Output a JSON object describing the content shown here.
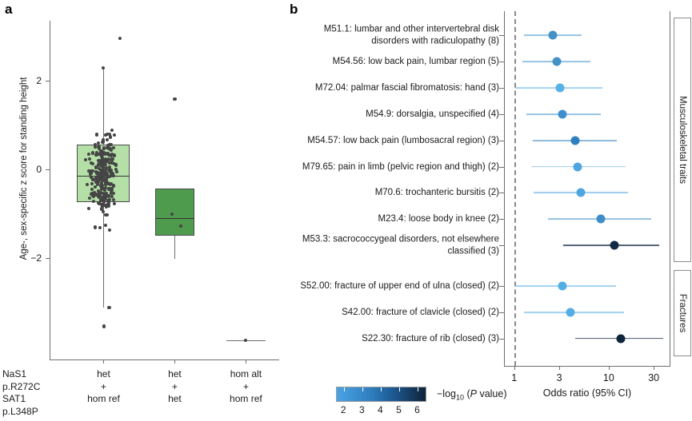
{
  "figure": {
    "panel_a_letter": "a",
    "panel_b_letter": "b"
  },
  "panel_a": {
    "ylabel": "Age-, sex-specific z score for standing height",
    "y_ticks": [
      {
        "value": 2,
        "label": "2"
      },
      {
        "value": 0,
        "label": "0"
      },
      {
        "value": -2,
        "label": "−2"
      }
    ],
    "y_range": [
      -4.3,
      3.35
    ],
    "gene_labels": [
      "NaS1",
      "p.R272C",
      "SAT1",
      "p.L348P"
    ],
    "categories": [
      {
        "lines": [
          "het",
          "+",
          "hom ref"
        ],
        "fill": "#b4e0a8"
      },
      {
        "lines": [
          "het",
          "+",
          "het"
        ],
        "fill": "#4e9b4e"
      },
      {
        "lines": [
          "hom alt",
          "+",
          "hom ref"
        ],
        "fill": "#4e9b4e"
      }
    ],
    "boxplots": [
      {
        "group": "het + hom ref",
        "q1": -0.74,
        "median": -0.15,
        "q3": 0.56,
        "whisker_low": -3.12,
        "whisker_high": 2.28,
        "fill": "#b4e0a8",
        "n_points": 261
      },
      {
        "group": "het + het",
        "q1": -1.5,
        "median": -1.1,
        "q3": -0.44,
        "whisker_low": -2.03,
        "whisker_high": -0.44,
        "fill": "#4e9b4e",
        "n_points": 3
      },
      {
        "group": "hom alt + hom ref",
        "q1": -3.86,
        "median": -3.86,
        "q3": -3.86,
        "whisker_low": -3.86,
        "whisker_high": -3.86,
        "fill": "#4e9b4e",
        "n_points": 1
      }
    ]
  },
  "panel_b": {
    "x_axis_title": "Odds ratio (95% CI)",
    "x_ticks": [
      {
        "value": 1,
        "label": "1"
      },
      {
        "value": 3,
        "label": "3"
      },
      {
        "value": 10,
        "label": "10"
      },
      {
        "value": 30,
        "label": "30"
      }
    ],
    "x_range": [
      0.78,
      45
    ],
    "null_line": 1,
    "groups": [
      {
        "name": "Musculoskeletal traits",
        "start": 0,
        "end": 8
      },
      {
        "name": "Fractures",
        "start": 9,
        "end": 11
      }
    ],
    "rows": [
      {
        "label": "M51.1: lumbar and other intervertebral disk disorders with radiculopathy (8)",
        "or": 2.55,
        "ci_low": 1.28,
        "ci_high": 5.2,
        "neglog10p": 3.9,
        "color": "#4292c6"
      },
      {
        "label": "M54.56: low back pain, lumbar region (5)",
        "or": 2.8,
        "ci_low": 1.22,
        "ci_high": 6.4,
        "neglog10p": 3.8,
        "color": "#4292c6"
      },
      {
        "label": "M72.04: palmar fascial fibromatosis: hand (3)",
        "or": 3.05,
        "ci_low": 1.02,
        "ci_high": 8.6,
        "neglog10p": 2.3,
        "color": "#57b0e8"
      },
      {
        "label": "M54.9: dorsalgia, unspecified (4)",
        "or": 3.25,
        "ci_low": 1.34,
        "ci_high": 8.3,
        "neglog10p": 3.7,
        "color": "#3f8fcc"
      },
      {
        "label": "M54.57: low back pain (lumbosacral region) (3)",
        "or": 4.45,
        "ci_low": 1.58,
        "ci_high": 12.2,
        "neglog10p": 4.6,
        "color": "#2f7fbf"
      },
      {
        "label": "M79.65: pain in limb (pelvic region and thigh) (2)",
        "or": 4.7,
        "ci_low": 1.5,
        "ci_high": 15.0,
        "neglog10p": 2.5,
        "color": "#4ea5e0"
      },
      {
        "label": "M70.6: trochanteric bursitis (2)",
        "or": 5.1,
        "ci_low": 1.6,
        "ci_high": 16.0,
        "neglog10p": 2.6,
        "color": "#4ea5e0"
      },
      {
        "label": "M23.4: loose body in knee (2)",
        "or": 8.3,
        "ci_low": 2.3,
        "ci_high": 28.0,
        "neglog10p": 3.6,
        "color": "#3d8ecb"
      },
      {
        "label": "M53.3: sacrococcygeal disorders, not elsewhere classified (3)",
        "or": 11.5,
        "ci_low": 3.3,
        "ci_high": 34.0,
        "neglog10p": 6.3,
        "color": "#102a47"
      },
      {
        "label": "S52.00: fracture of upper end of ulna (closed) (2)",
        "or": 3.25,
        "ci_low": 1.05,
        "ci_high": 12.0,
        "neglog10p": 2.1,
        "color": "#55ade6"
      },
      {
        "label": "S42.00: fracture of clavicle (closed) (2)",
        "or": 3.95,
        "ci_low": 1.28,
        "ci_high": 14.5,
        "neglog10p": 2.3,
        "color": "#55ade6"
      },
      {
        "label": "S22.30: fracture of rib (closed) (3)",
        "or": 13.5,
        "ci_low": 4.4,
        "ci_high": 38.0,
        "neglog10p": 6.4,
        "color": "#0d2439"
      }
    ]
  },
  "legend": {
    "title_prefix": "−log",
    "title_sub": "10",
    "title_suffix_italic": "P",
    "title_suffix": " value)",
    "title_paren": " (",
    "title_full": "−log10 (P value)",
    "ticks": [
      "2",
      "3",
      "4",
      "5",
      "6"
    ],
    "range": [
      1.6,
      6.5
    ],
    "color_low": "#4ba3e3",
    "color_high": "#0d2439"
  }
}
